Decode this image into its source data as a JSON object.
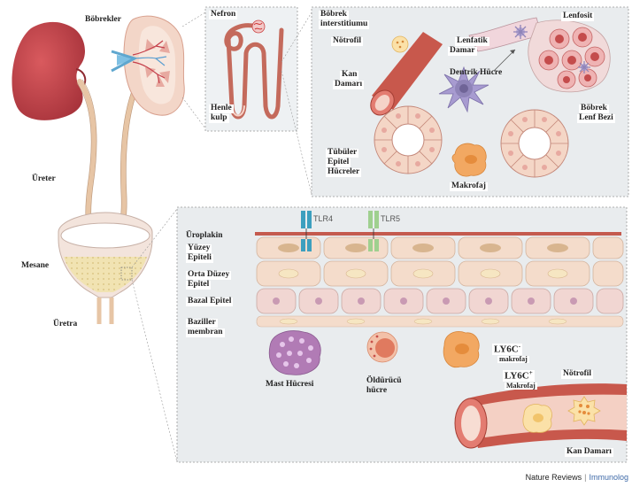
{
  "labels": {
    "kidney": "Böbrekler",
    "ureter": "Üreter",
    "bladder": "Mesane",
    "urethra": "Üretra",
    "nephron": "Nefron",
    "henle_1": "Henle",
    "henle_2": "kulp",
    "interstitium_1": "Böbrek",
    "interstitium_2": "interstitiumu",
    "neutrophil_top": "Nötrofil",
    "blood_vessel_top_1": "Kan",
    "blood_vessel_top_2": "Damarı",
    "lymph_vessel_1": "Lenfatik",
    "lymph_vessel_2": "Damar",
    "lymphocyte": "Lenfosit",
    "dendritic_cell": "Dentrik Hücre",
    "lymph_node_1": "Böbrek",
    "lymph_node_2": "Lenf Bezi",
    "tubular_1": "Tübüler",
    "tubular_2": "Epitel",
    "tubular_3": "Hücreler",
    "macrophage": "Makrofaj",
    "tlr4": "TLR4",
    "tlr5": "TLR5",
    "uroplakin": "Üroplakin",
    "surface_1": "Yüzey",
    "surface_2": "Epiteli",
    "middle_1": "Orta Düzey",
    "middle_2": "Epitel",
    "basal": "Bazal Epitel",
    "basement_1": "Baziller",
    "basement_2": "membran",
    "mast_cell": "Mast Hücresi",
    "nk_1": "Öldürücü",
    "nk_2": "hücre",
    "ly6c_minus": "LY6C",
    "ly6c_minus_sup": "-",
    "ly6c_minus_sub": "makrofaj",
    "ly6c_plus": "LY6C",
    "ly6c_plus_sup": "+",
    "ly6c_plus_sub": "Makrofaj",
    "neutrophil_bottom": "Nötrofil",
    "blood_vessel_bottom": "Kan Damarı"
  },
  "footer": {
    "journal": "Nature Reviews",
    "separator": "|",
    "section": "Immunolog"
  },
  "colors": {
    "kidney": "#c8434a",
    "tissue_bg": "#e9ecee",
    "vessel": "#c45a4e",
    "epithelium": "#f4dccb",
    "cell_pink": "#f2c9c8",
    "dendritic": "#8f84b8",
    "macrophage": "#f2a862",
    "mast": "#b17bb5",
    "nk": "#e07a5f",
    "tlr4": "#3c9fbf",
    "tlr5": "#9fd08f",
    "urine": "#f1e3b2"
  }
}
